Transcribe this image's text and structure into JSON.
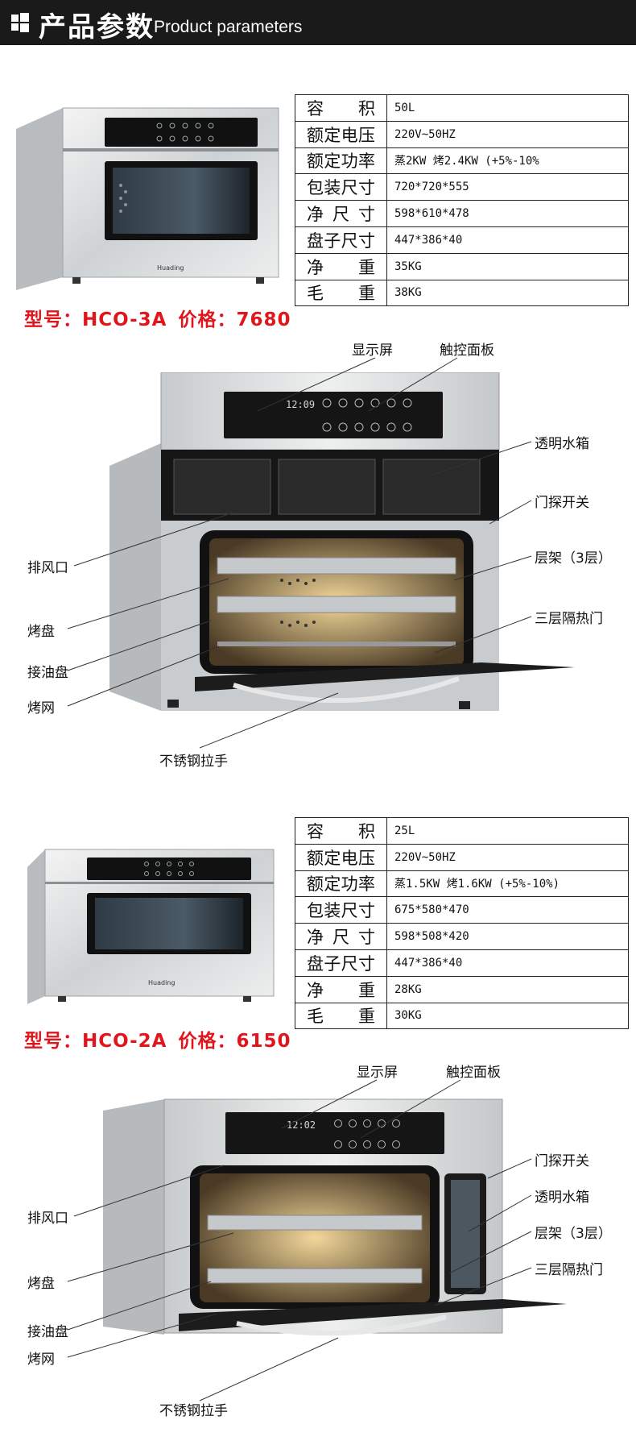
{
  "header": {
    "title": "产品参数",
    "subtitle": "Product parameters",
    "logo_icon": "windows-grid-icon"
  },
  "products": [
    {
      "model_label": "型号：HCO-3A",
      "price_label": "价格：7680",
      "brand": "Huading",
      "specs": [
        {
          "label": "容　积",
          "value": "50L"
        },
        {
          "label": "额定电压",
          "value": "220V~50HZ"
        },
        {
          "label": "额定功率",
          "value": "蒸2KW 烤2.4KW (+5%-10%"
        },
        {
          "label": "包装尺寸",
          "value": "720*720*555"
        },
        {
          "label": "净 尺 寸",
          "value": "598*610*478"
        },
        {
          "label": "盘子尺寸",
          "value": "447*386*40"
        },
        {
          "label": "净　重",
          "value": "35KG"
        },
        {
          "label": "毛　重",
          "value": "38KG"
        }
      ],
      "display_time": "12:09",
      "callouts": {
        "display": "显示屏",
        "touch_panel": "触控面板",
        "water_tank": "透明水箱",
        "door_switch": "门探开关",
        "vent": "排风口",
        "rack": "层架（3层）",
        "baking_tray": "烤盘",
        "triple_door": "三层隔热门",
        "drip_tray": "接油盘",
        "grill": "烤网",
        "handle": "不锈钢拉手"
      }
    },
    {
      "model_label": "型号：HCO-2A",
      "price_label": "价格：6150",
      "brand": "Huading",
      "specs": [
        {
          "label": "容　积",
          "value": "25L"
        },
        {
          "label": "额定电压",
          "value": "220V~50HZ"
        },
        {
          "label": "额定功率",
          "value": "蒸1.5KW 烤1.6KW (+5%-10%)"
        },
        {
          "label": "包装尺寸",
          "value": "675*580*470"
        },
        {
          "label": "净 尺 寸",
          "value": "598*508*420"
        },
        {
          "label": "盘子尺寸",
          "value": "447*386*40"
        },
        {
          "label": "净　重",
          "value": "28KG"
        },
        {
          "label": "毛　重",
          "value": "30KG"
        }
      ],
      "display_time": "12:02",
      "callouts": {
        "display": "显示屏",
        "touch_panel": "触控面板",
        "door_switch": "门探开关",
        "water_tank": "透明水箱",
        "vent": "排风口",
        "rack": "层架（3层）",
        "triple_door": "三层隔热门",
        "baking_tray": "烤盘",
        "drip_tray": "接油盘",
        "grill": "烤网",
        "handle": "不锈钢拉手"
      }
    }
  ]
}
